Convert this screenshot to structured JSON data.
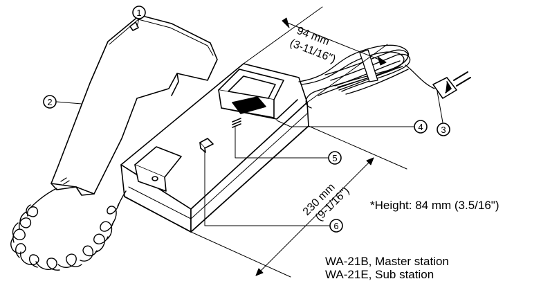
{
  "callouts": [
    {
      "id": "1",
      "text": "1"
    },
    {
      "id": "2",
      "text": "2"
    },
    {
      "id": "3",
      "text": "3"
    },
    {
      "id": "4",
      "text": "4"
    },
    {
      "id": "5",
      "text": "5"
    },
    {
      "id": "6",
      "text": "6"
    }
  ],
  "dimensions": {
    "depth_metric": "94 mm",
    "depth_imperial": "(3-11/16\")",
    "length_metric": "230 mm",
    "length_imperial": "(9-1/16\")",
    "height_note": "*Height: 84 mm (3.5/16\")"
  },
  "models": {
    "master": "WA-21B, Master station",
    "sub": "WA-21E, Sub station"
  },
  "colors": {
    "ink": "#000000",
    "paper": "#ffffff"
  }
}
